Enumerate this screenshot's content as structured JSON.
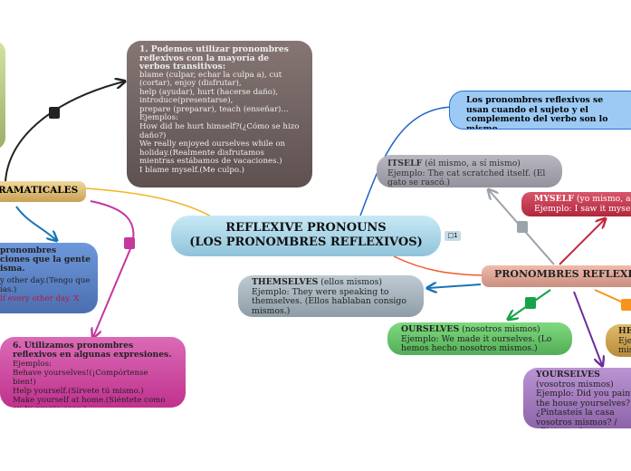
{
  "central": {
    "line1": "REFLEXIVE PRONOUNS",
    "line2": "(LOS PRONOMBRES REFLEXIVOS)",
    "comment_count": "1"
  },
  "usos": {
    "label": "RAMATICALES"
  },
  "rule1": {
    "title": "1. Podemos utilizar pronombres reflexivos con la mayoría de verbos transitivos:",
    "lines": [
      "blame (culpar, echar la culpa a), cut (cortar),  enjoy (disfrutar),",
      "help (ayudar),  hurt (hacerse daño),",
      "introduce(presentarse),",
      "prepare (preparar),  teach (enseñar)...",
      "Ejemplos:",
      "How did he hurt himself?(¿Cómo se hizo daño?)",
      "We really enjoyed ourselves while on holiday.(Realmente disfrutamos mientras estábamos de vacaciones.)",
      "I blame myself.(Me culpo.)"
    ]
  },
  "rule_blue": {
    "title": "pronombres\nciones que la gente\nisma.",
    "line1": "y other day.(Tengo que\nías.)",
    "wrong": "lf every other day. X"
  },
  "rule6": {
    "title": "6. Utilizamos pronombres reflexivos en algunas expresiones.",
    "lines": [
      "Ejemplos:",
      "Behave yourselves!(¡Compórtense bien!)",
      "Help yourself.(Sírvete tú mismo.)",
      "Make yourself at home.(Siéntete como en tu propia casa.)"
    ]
  },
  "definition": "Los pronombres reflexivos se usan cuando el sujeto y el complemento del verbo son lo mismo.",
  "pronombres": {
    "label": "PRONOMBRES REFLEXIVOS"
  },
  "itself": {
    "word": "ITSELF",
    "meaning": " (él mismo, a sí mismo)",
    "example": "Ejemplo: The cat scratched itself. (El gato se rascó.)"
  },
  "myself": {
    "word": "MYSELF",
    "meaning": " (yo mismo, a mí mismo)",
    "example": "Ejemplo: I saw it myself. (Yo"
  },
  "themselves": {
    "word": "THEMSELVES",
    "meaning": " (ellos mismos)",
    "example": "Ejemplo: They were speaking to themselves. (Ellos hablaban consigo mismos.)"
  },
  "ourselves": {
    "word": "OURSELVES",
    "meaning": " (nosotros mismos)",
    "example": "Ejemplo: We made it ourselves. (Lo hemos hecho nosotros mismos.)"
  },
  "himself": {
    "word": "HE",
    "example": "Eje\nmis"
  },
  "yourselves": {
    "word": "YOURSELVES",
    "meaning": " (vosotros mismos)",
    "example": "Ejemplo: Did you paint the house yourselves? ¿Pintasteis la casa vosotros mismos? / ¿Pintaron la casa ustedes mismos?"
  },
  "colors": {
    "central": "#a9d6ea",
    "rule1": "#6e605e",
    "usos": "#e2c07a",
    "rule6": "#cf4aa6",
    "definition": "#9ccaf5",
    "itself": "#a6a5b0",
    "myself": "#c8374e",
    "pronombres": "#dca494",
    "themselves": "#a6b5bf",
    "ourselves": "#6fc96f",
    "yourselves": "#a57bbf"
  }
}
